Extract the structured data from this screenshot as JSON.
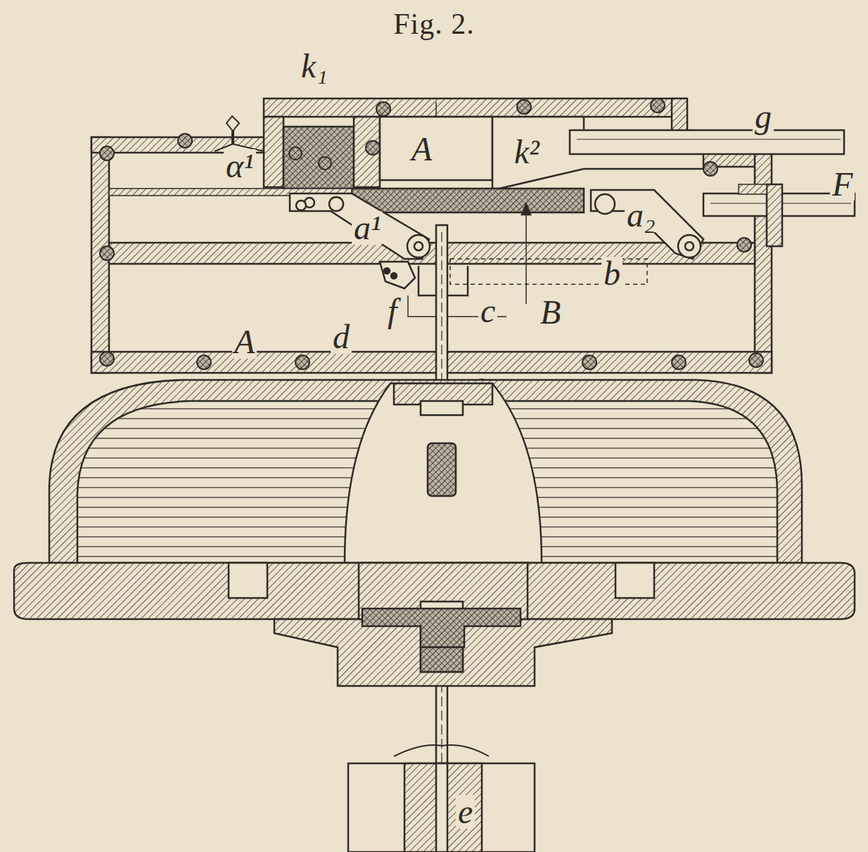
{
  "diagram": {
    "title": "Fig. 2.",
    "labels": [
      "k₁",
      "A",
      "k²",
      "g",
      "α¹",
      "F",
      "a¹",
      "a₂",
      "b",
      "f",
      "c",
      "B",
      "d",
      "A",
      "e"
    ]
  }
}
